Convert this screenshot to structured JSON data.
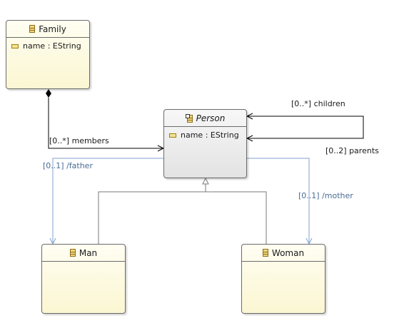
{
  "classes": {
    "family": {
      "name": "Family",
      "attribute": "name : EString"
    },
    "person": {
      "name": "Person",
      "attribute": "name : EString"
    },
    "man": {
      "name": "Man"
    },
    "woman": {
      "name": "Woman"
    }
  },
  "edges": {
    "members": "[0..*] members",
    "children": "[0..*] children",
    "parents": "[0..2] parents",
    "father": "[0..1] /father",
    "mother": "[0..1] /mother"
  },
  "colors": {
    "reference_line": "#000000",
    "derived_line": "#7fa1d0",
    "generalization_line": "#7a7a7a"
  }
}
